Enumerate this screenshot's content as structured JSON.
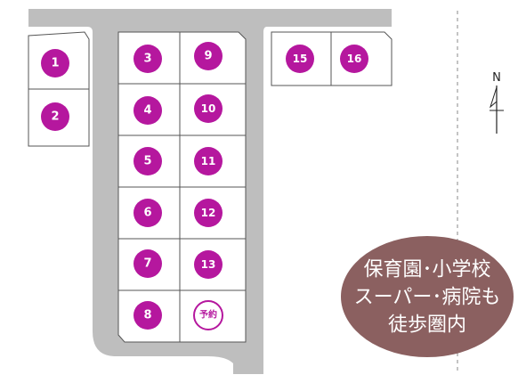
{
  "lots": [
    {
      "id": "lot-1",
      "label": "1"
    },
    {
      "id": "lot-2",
      "label": "2"
    },
    {
      "id": "lot-3",
      "label": "3"
    },
    {
      "id": "lot-4",
      "label": "4"
    },
    {
      "id": "lot-5",
      "label": "5"
    },
    {
      "id": "lot-6",
      "label": "6"
    },
    {
      "id": "lot-7",
      "label": "7"
    },
    {
      "id": "lot-8",
      "label": "8"
    },
    {
      "id": "lot-9",
      "label": "9"
    },
    {
      "id": "lot-10",
      "label": "10"
    },
    {
      "id": "lot-11",
      "label": "11"
    },
    {
      "id": "lot-12",
      "label": "12"
    },
    {
      "id": "lot-13",
      "label": "13"
    },
    {
      "id": "lot-reserved",
      "label": "予約"
    },
    {
      "id": "lot-15",
      "label": "15"
    },
    {
      "id": "lot-16",
      "label": "16"
    }
  ],
  "callout": {
    "lines": [
      "保育園･小学校",
      "スーパー･病院も",
      "徒歩圏内"
    ]
  },
  "compass": {
    "label": "N"
  },
  "colors": {
    "road": "#bebebe",
    "lot_border": "#555555",
    "marker": "#b5179e",
    "callout": "#8b6060"
  }
}
